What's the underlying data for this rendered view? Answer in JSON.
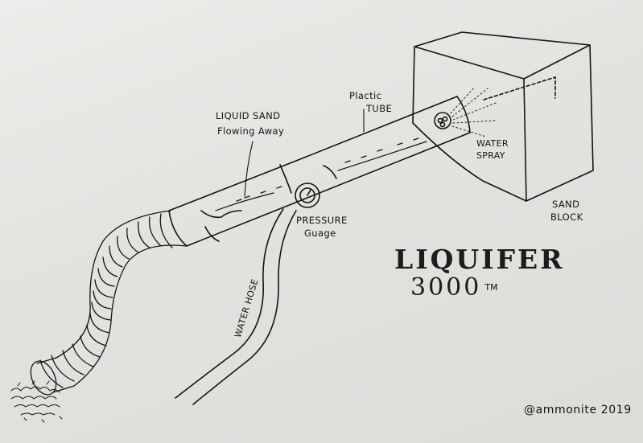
{
  "labels": {
    "liquid_sand_line1": "LIQUID SAND",
    "liquid_sand_line2": "Flowing Away",
    "plactic_line1": "Plactic",
    "plactic_line2": "TUBE",
    "water_spray_line1": "WATER",
    "water_spray_line2": "SPRAY",
    "sand_block_line1": "SAND",
    "sand_block_line2": "BLOCK",
    "pressure_line1": "PRESSURE",
    "pressure_line2": "Guage",
    "water_hose": "WATER HOSE",
    "title_line1": "LIQUIFER",
    "title_line2": "3000",
    "trademark": "TM",
    "signature": "@ammonite 2019"
  },
  "colors": {
    "ink": "#141414",
    "paper": "#e6e6e3"
  }
}
